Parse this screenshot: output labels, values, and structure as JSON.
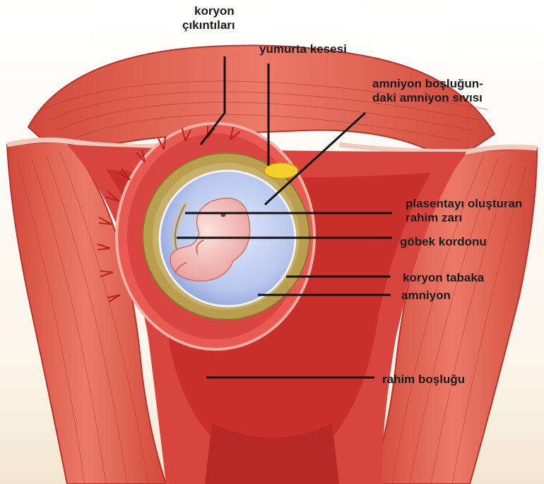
{
  "labels": {
    "chorionic_villi_line1": "koryon",
    "chorionic_villi_line2": "çıkıntıları",
    "yolk_sac": "yumurta kesesi",
    "amniotic_fluid_line1": "amniyon boşluğun-",
    "amniotic_fluid_line2": "daki amniyon sıvısı",
    "decidua_line1": "plasentayı oluşturan",
    "decidua_line2": "rahim zarı",
    "umbilical_cord": "göbek kordonu",
    "chorion": "koryon tabaka",
    "amnion": "amniyon",
    "uterine_cavity": "rahim boşluğu"
  },
  "colors": {
    "muscle": "#e05a4c",
    "muscle_dark": "#b8322a",
    "lining": "#d8453e",
    "amniotic_fluid": "#b9c8ee",
    "chorion": "#b99f4e",
    "yolk_sac": "#f2cf2a",
    "embryo": "#f4b6b2",
    "leader_line": "#111111"
  }
}
